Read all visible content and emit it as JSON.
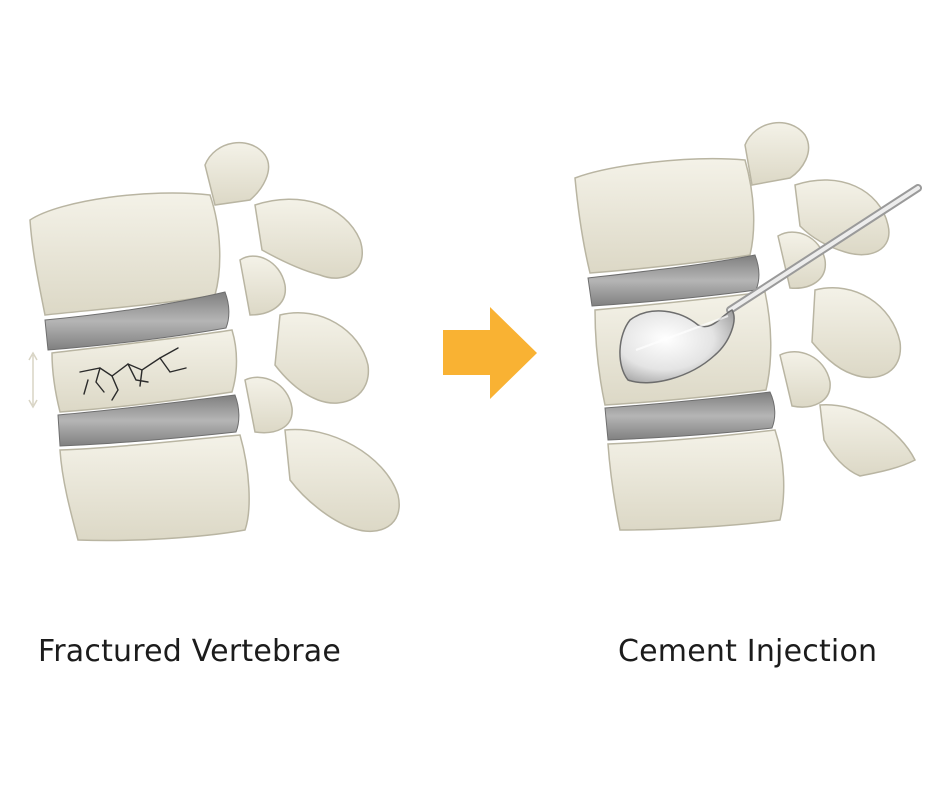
{
  "figure": {
    "left_caption": "Fractured Vertebrae",
    "right_caption": "Cement Injection",
    "arrow_color": "#F9B233",
    "bone_color": "#EEEBDD",
    "disc_color": "#A6A6A6",
    "crack_color": "#2B2B2B",
    "icons": [
      "spine-fractured-illustration",
      "spine-cement-injection-illustration",
      "right-arrow-icon",
      "balloon-catheter-icon",
      "height-indicator-icon"
    ]
  }
}
